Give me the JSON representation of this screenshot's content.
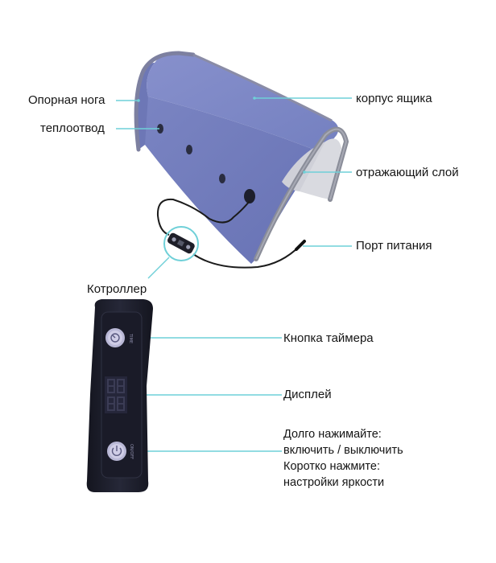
{
  "diagram": {
    "subject": "portable heating tent / drying box with inline controller",
    "accent_color": "#6fd0d8",
    "box_color": "#7b86c4",
    "box_edge_color": "#8a8d99",
    "controller_color": "#1d1f2e",
    "labels": {
      "support_leg": "Опорная нога",
      "heat_vent": "теплоотвод",
      "box_body": "корпус ящика",
      "reflective_layer": "отражающий слой",
      "power_port": "Порт питания",
      "controller": "Котроллер",
      "timer_button": "Кнопка таймера",
      "display": "Дисплей"
    },
    "power_button_note": {
      "line1": "Долго нажимайте:",
      "line2": "включить / выключить",
      "line3": "Коротко нажмите:",
      "line4": "настройки яркости"
    },
    "controller_panel": {
      "timer_button_caption": "TIME",
      "display_value": "88",
      "power_button_caption": "ON/OFF"
    }
  }
}
